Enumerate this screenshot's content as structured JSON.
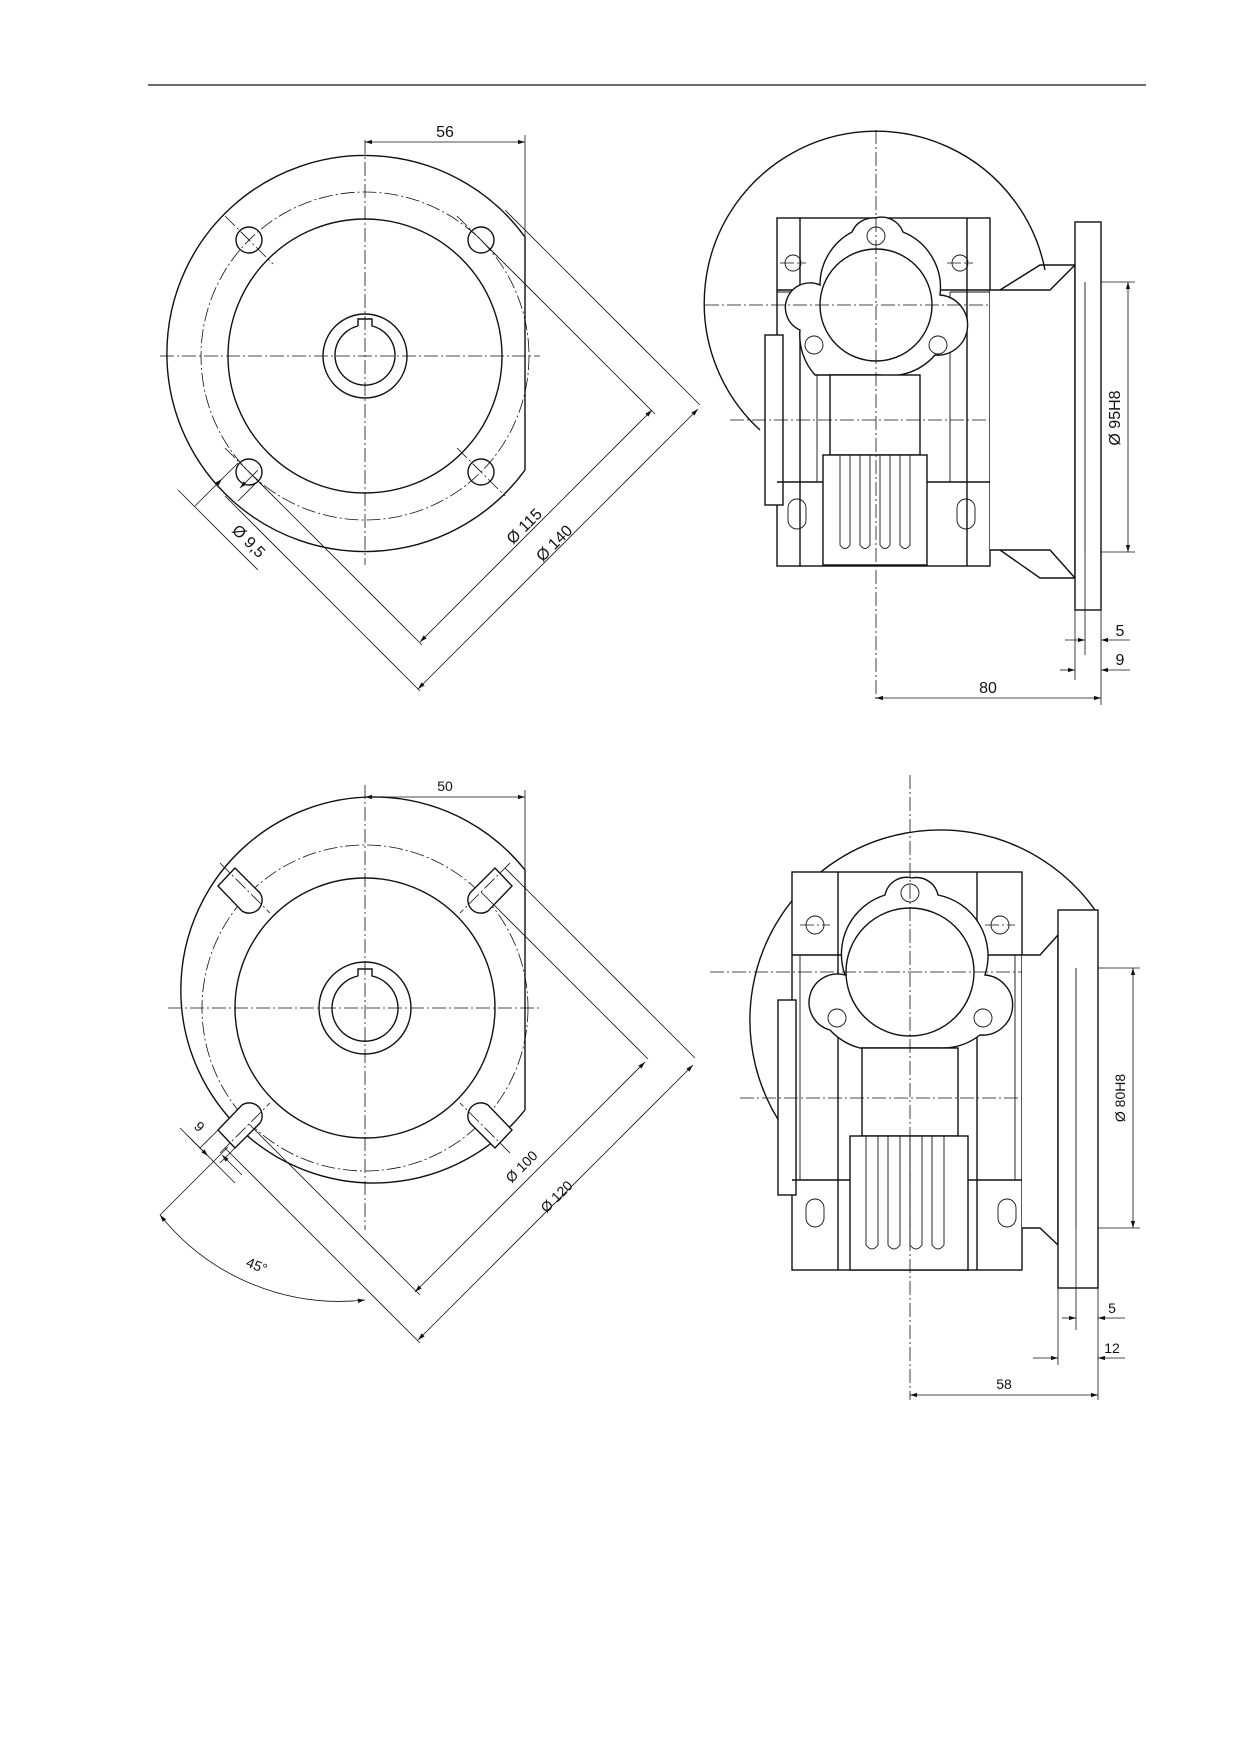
{
  "flange_115": {
    "offset": "56",
    "hole_dia": "Ø 9,5",
    "bolt_circle": "Ø 115",
    "outer_dia": "Ø 140"
  },
  "side_view_top": {
    "spigot": "Ø 95H8",
    "spigot_depth": "5",
    "flange_thickness": "9",
    "length": "80"
  },
  "flange_100": {
    "offset": "50",
    "slot_width": "9",
    "angle": "45°",
    "bolt_circle": "Ø 100",
    "outer_dia": "Ø 120"
  },
  "side_view_bottom": {
    "spigot": "Ø 80H8",
    "spigot_depth": "5",
    "flange_thickness": "12",
    "length": "58"
  }
}
